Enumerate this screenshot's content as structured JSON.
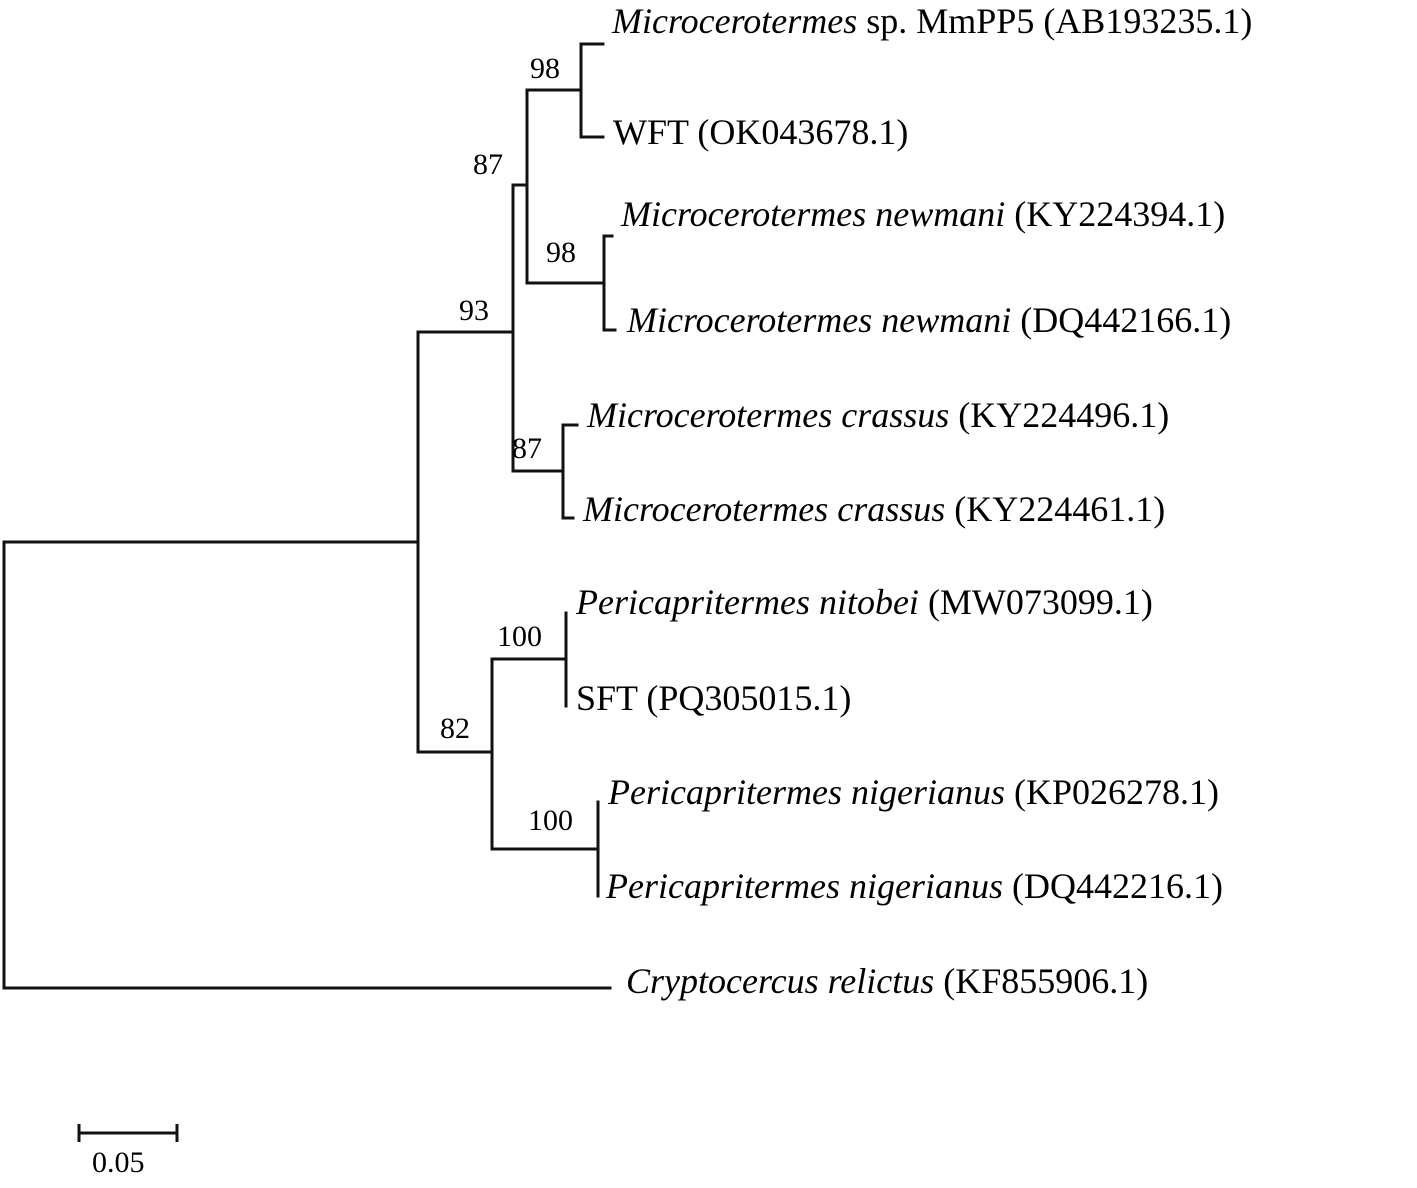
{
  "figure": {
    "taxa": [
      {
        "id": "t1",
        "italic": "Microcerotermes",
        "plain": " sp. MmPP5 (AB193235.1)"
      },
      {
        "id": "t2",
        "italic": "",
        "plain": "WFT (OK043678.1)"
      },
      {
        "id": "t3",
        "italic": "Microcerotermes newmani",
        "plain": " (KY224394.1)"
      },
      {
        "id": "t4",
        "italic": "Microcerotermes newmani",
        "plain": " (DQ442166.1)"
      },
      {
        "id": "t5",
        "italic": "Microcerotermes crassus",
        "plain": " (KY224496.1)"
      },
      {
        "id": "t6",
        "italic": "Microcerotermes crassus",
        "plain": " (KY224461.1)"
      },
      {
        "id": "t7",
        "italic": "Pericapritermes nitobei",
        "plain": " (MW073099.1)"
      },
      {
        "id": "t8",
        "italic": "",
        "plain": "SFT (PQ305015.1)"
      },
      {
        "id": "t9",
        "italic": "Pericapritermes nigerianus",
        "plain": " (KP026278.1)"
      },
      {
        "id": "t10",
        "italic": "Pericapritermes nigerianus",
        "plain": " (DQ442216.1)"
      },
      {
        "id": "t11",
        "italic": "Cryptocercus relictus",
        "plain": " (KF855906.1)"
      }
    ],
    "bootstrap": [
      {
        "node": "n_mmpp5_wft",
        "value": "98"
      },
      {
        "node": "n_micro_upper",
        "value": "87"
      },
      {
        "node": "n_newmani",
        "value": "98"
      },
      {
        "node": "n_micro_all",
        "value": "93"
      },
      {
        "node": "n_crassus",
        "value": "87"
      },
      {
        "node": "n_nitobei_sft",
        "value": "100"
      },
      {
        "node": "n_peri_all",
        "value": "82"
      },
      {
        "node": "n_nigerianus",
        "value": "100"
      }
    ],
    "scale_bar": {
      "label": "0.05",
      "length": 0.05
    }
  }
}
